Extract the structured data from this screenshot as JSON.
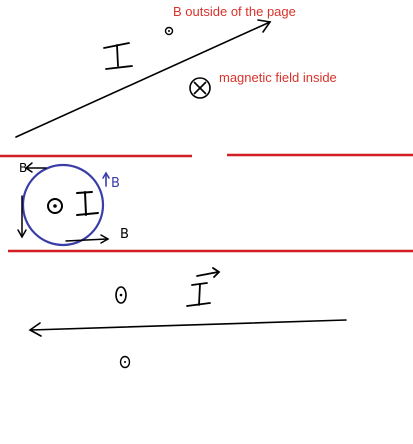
{
  "labels": {
    "b_outside_page": "B outside of the page",
    "magnetic_field_inside": "magnetic field inside"
  },
  "symbols": {
    "current": "I",
    "field": "B"
  },
  "colors": {
    "annotation_text": "#d9322b",
    "conductor_lines": "#d21f26",
    "circle_loop": "#3a3da8",
    "ink": "#000000"
  },
  "icons": [
    "dot-out-of-page-icon",
    "cross-into-page-icon",
    "current-direction-arrow-icon"
  ]
}
